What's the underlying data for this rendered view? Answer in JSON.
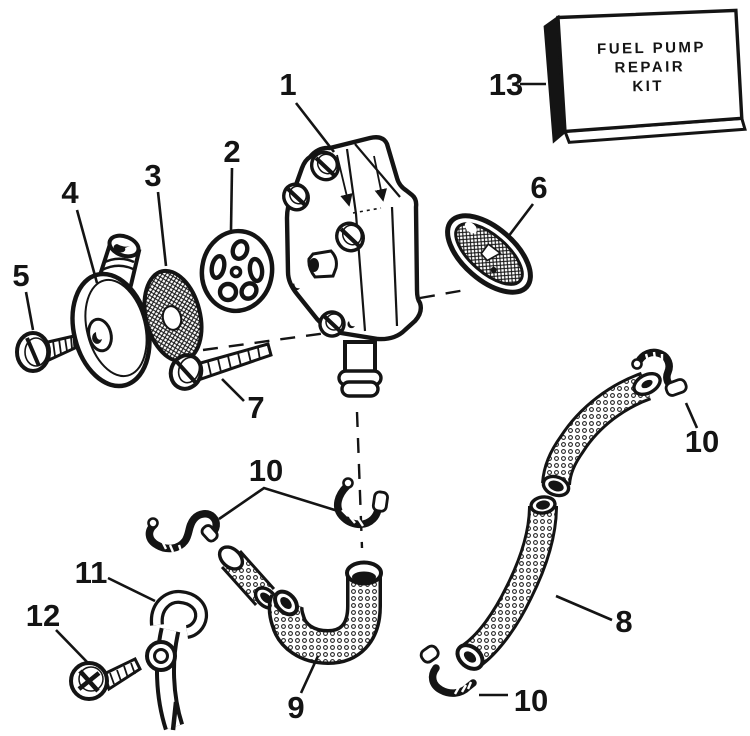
{
  "figure": {
    "kit_box": {
      "line1": "FUEL PUMP",
      "line2": "REPAIR",
      "line3": "KIT"
    },
    "callouts": [
      {
        "id": "callout-1",
        "label": "1"
      },
      {
        "id": "callout-2",
        "label": "2"
      },
      {
        "id": "callout-3",
        "label": "3"
      },
      {
        "id": "callout-4",
        "label": "4"
      },
      {
        "id": "callout-5",
        "label": "5"
      },
      {
        "id": "callout-6",
        "label": "6"
      },
      {
        "id": "callout-7",
        "label": "7"
      },
      {
        "id": "callout-8",
        "label": "8"
      },
      {
        "id": "callout-9",
        "label": "9"
      },
      {
        "id": "callout-10-center",
        "label": "10"
      },
      {
        "id": "callout-10-right",
        "label": "10"
      },
      {
        "id": "callout-10-bottom",
        "label": "10"
      },
      {
        "id": "callout-11",
        "label": "11"
      },
      {
        "id": "callout-12",
        "label": "12"
      },
      {
        "id": "callout-13",
        "label": "13"
      }
    ],
    "colors": {
      "ink": "#141414",
      "paper": "#ffffff"
    }
  }
}
